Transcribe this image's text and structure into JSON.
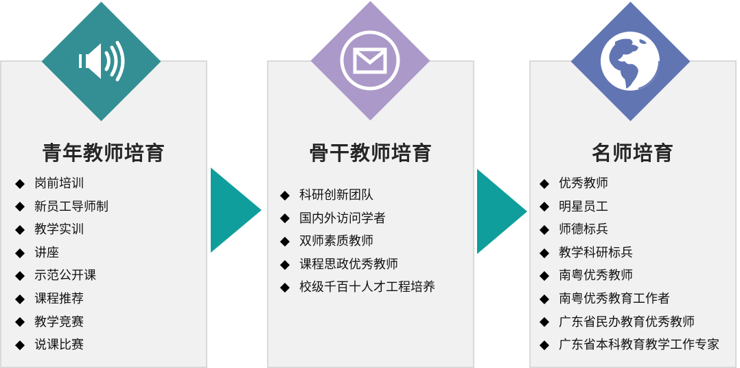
{
  "colors": {
    "stage1_accent": "#338f94",
    "stage2_accent": "#ab99c9",
    "stage3_accent": "#6175b3",
    "arrow": "#0f9e9b",
    "panel_bg": "#f1f1f1",
    "panel_border": "#d9d9d9"
  },
  "stages": [
    {
      "icon": "speaker-volume-icon",
      "title": "青年教师培育",
      "items": [
        "岗前培训",
        "新员工导师制",
        "教学实训",
        "讲座",
        "示范公开课",
        "课程推荐",
        "教学竞赛",
        "说课比赛"
      ]
    },
    {
      "icon": "envelope-circle-icon",
      "title": "骨干教师培育",
      "items": [
        "科研创新团队",
        "国内外访问学者",
        "双师素质教师",
        "课程思政优秀教师",
        "校级千百十人才工程培养"
      ]
    },
    {
      "icon": "globe-americas-icon",
      "title": "名师培育",
      "items": [
        "优秀教师",
        "明星员工",
        "师德标兵",
        "教学科研标兵",
        "南粤优秀教师",
        "南粤优秀教育工作者",
        "广东省民办教育优秀教师",
        "广东省本科教育教学工作专家"
      ]
    }
  ],
  "arrows": [
    "arrow-right-icon",
    "arrow-right-icon"
  ]
}
